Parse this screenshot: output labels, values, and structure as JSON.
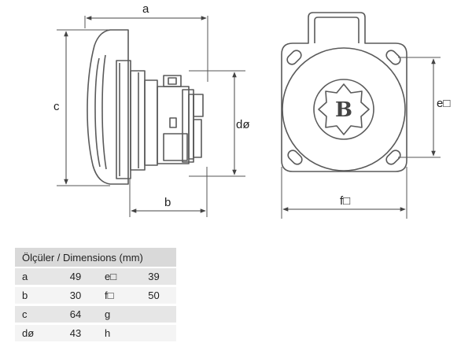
{
  "labels": {
    "a": "a",
    "b": "b",
    "c": "c",
    "d": "dø",
    "e": "e□",
    "f": "f□",
    "logo_letter": "B"
  },
  "table": {
    "header": "Ölçüler / Dimensions (mm)",
    "rows": [
      {
        "label1": "a",
        "value1": "49",
        "label2": "e□",
        "value2": "39"
      },
      {
        "label1": "b",
        "value1": "30",
        "label2": "f□",
        "value2": "50"
      },
      {
        "label1": "c",
        "value1": "64",
        "label2": "g",
        "value2": ""
      },
      {
        "label1": "dø",
        "value1": "43",
        "label2": "h",
        "value2": ""
      }
    ]
  },
  "colors": {
    "line": "#5a5a5a",
    "header_bg": "#d9d9d9",
    "row_shade": "#e6e6e6",
    "row_plain": "#f4f4f4"
  }
}
